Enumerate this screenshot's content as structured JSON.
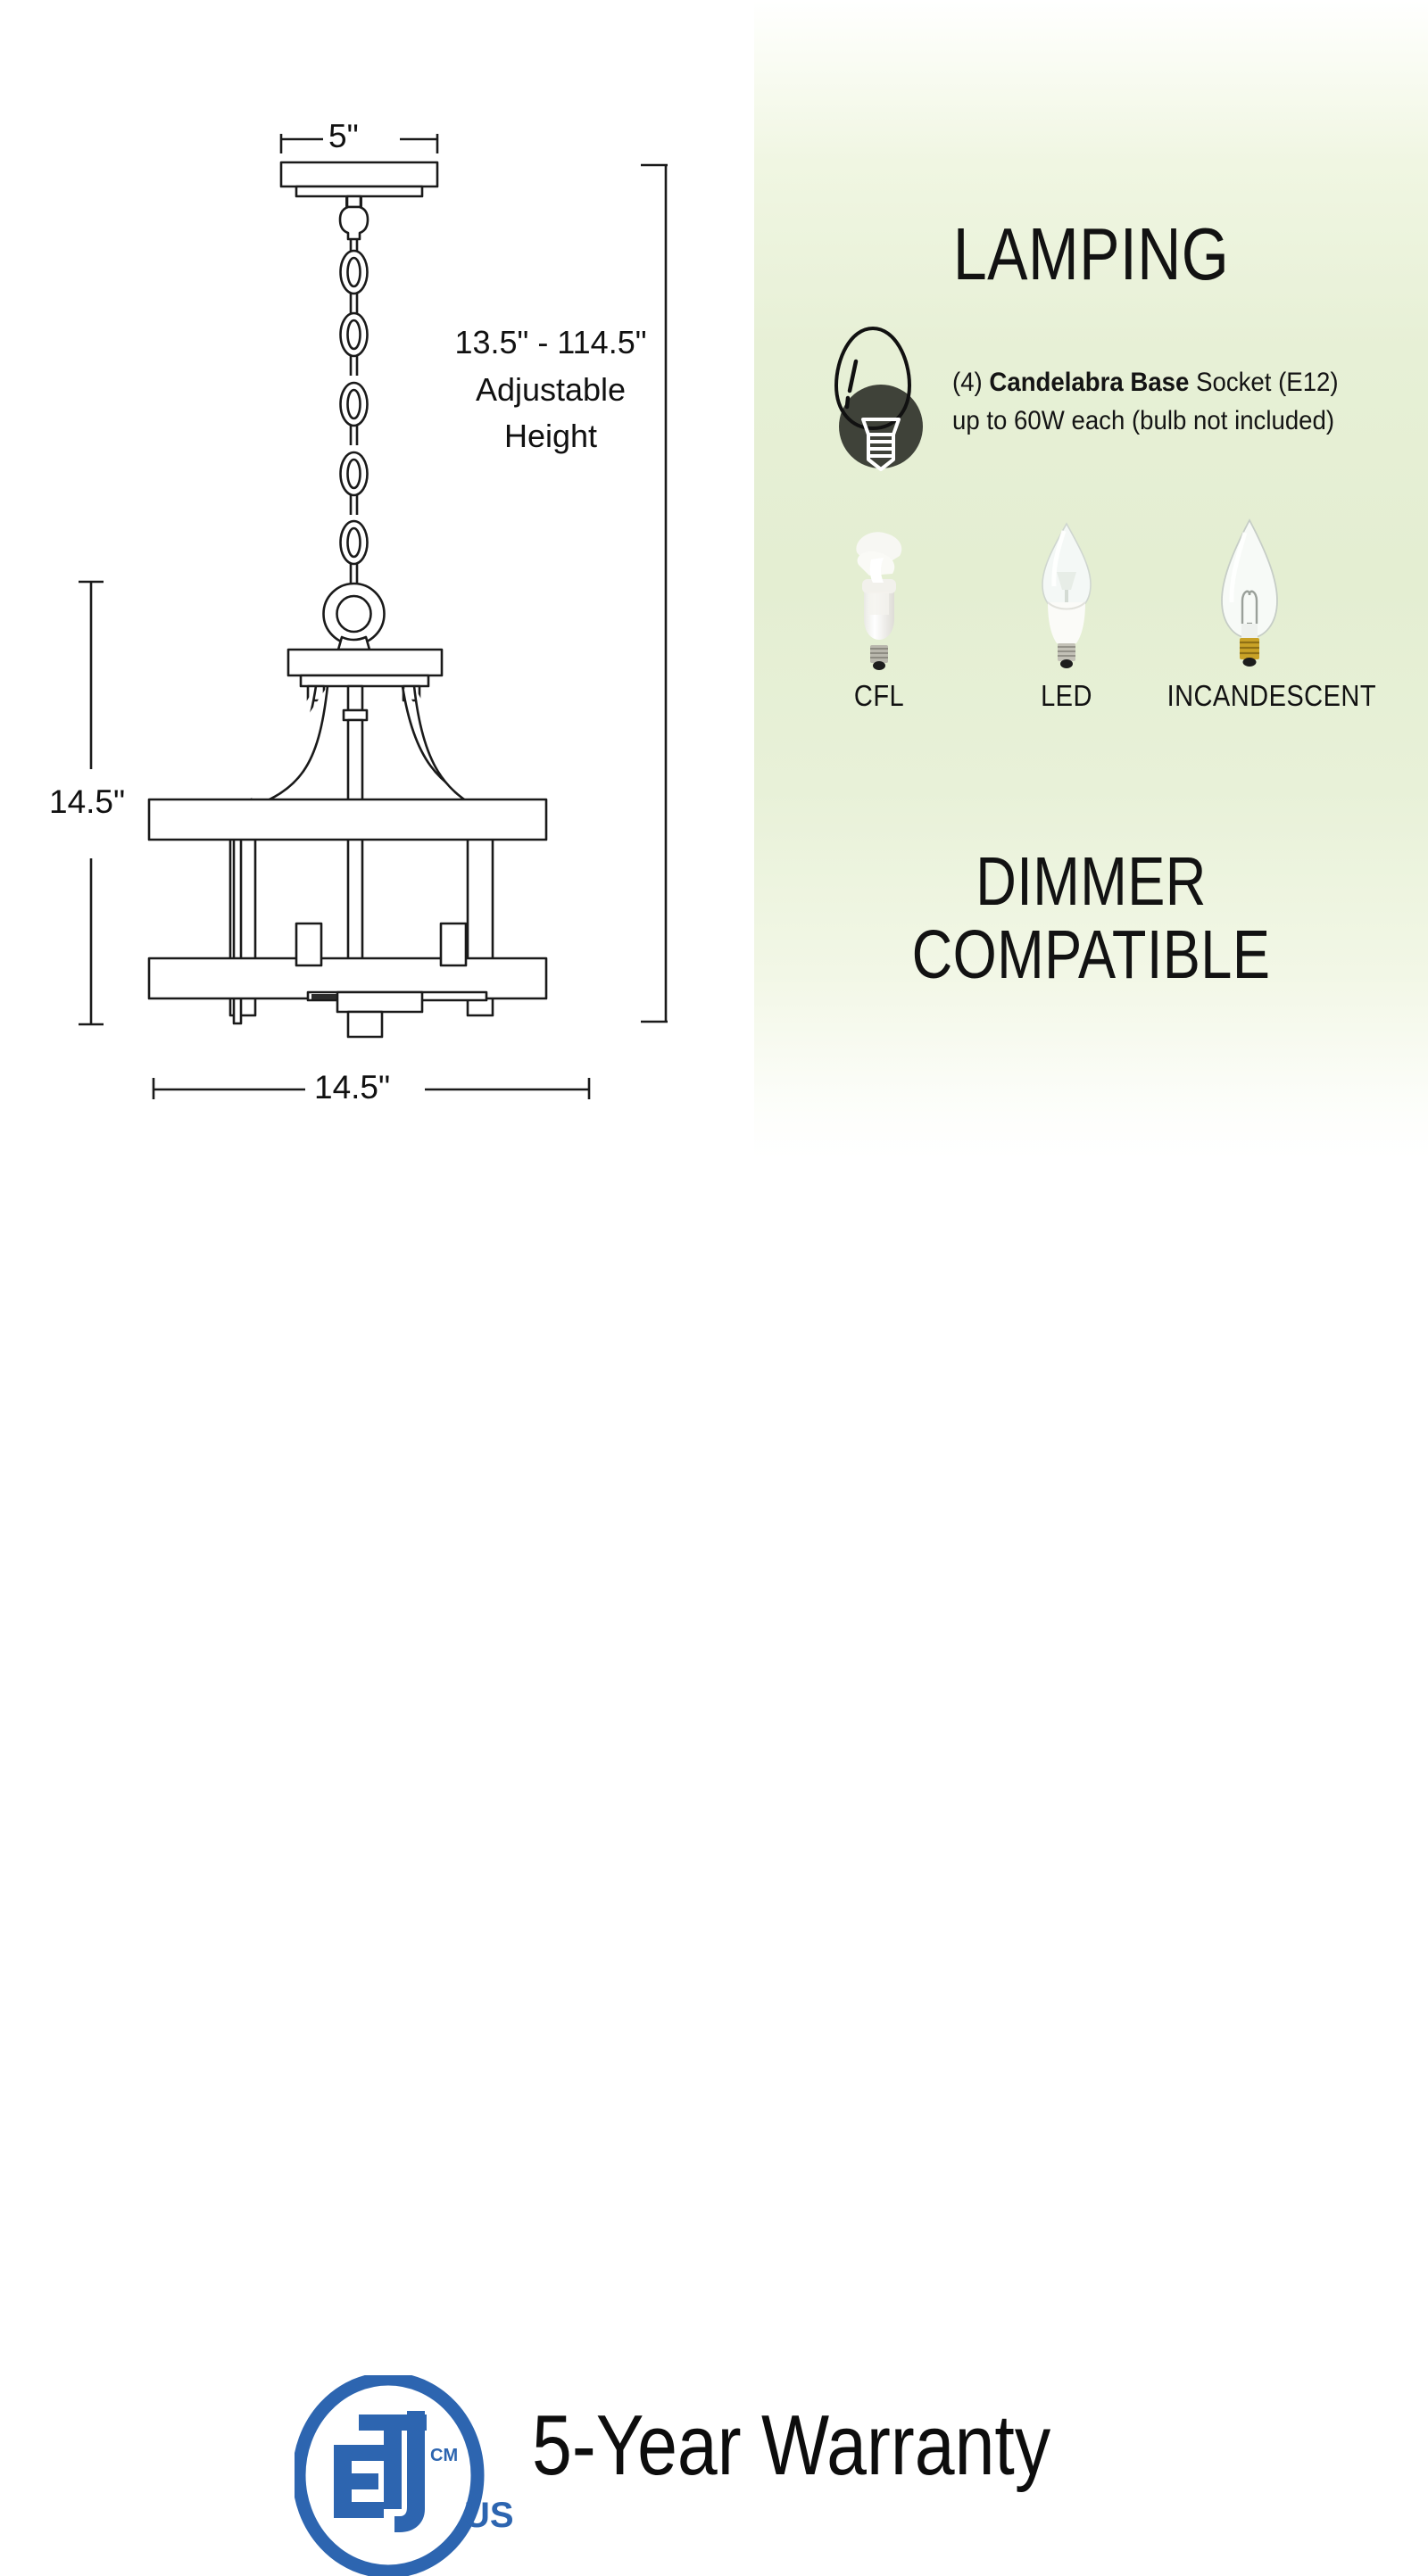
{
  "dimensions": {
    "top_width": "5\"",
    "side_height": "14.5\"",
    "bottom_width": "14.5\"",
    "adjustable_range": "13.5\" - 114.5\"",
    "adjustable_word": "Adjustable",
    "height_word": "Height"
  },
  "lamping": {
    "title": "LAMPING",
    "socket_count": "(4)",
    "socket_type": "Candelabra Base",
    "socket_detail": "Socket (E12)",
    "wattage_line": "up to 60W each (bulb not included)",
    "icon": "candelabra-bulb-icon",
    "bulbs": [
      {
        "label": "CFL",
        "icon": "cfl-bulb-icon"
      },
      {
        "label": "LED",
        "icon": "led-bulb-icon"
      },
      {
        "label": "INCANDESCENT",
        "icon": "incandescent-bulb-icon"
      }
    ]
  },
  "dimmer": {
    "line1": "DIMMER",
    "line2": "COMPATIBLE"
  },
  "warranty": {
    "text": "5-Year Warranty",
    "certification": {
      "mark": "ETL",
      "superscript": "CM",
      "subscript": "US"
    }
  },
  "colors": {
    "panel_green": "#e4eed2",
    "etl_blue": "#2d65b0",
    "line_black": "#1a1a1a",
    "socket_dark": "#3f4239",
    "brass": "#c9a227"
  }
}
